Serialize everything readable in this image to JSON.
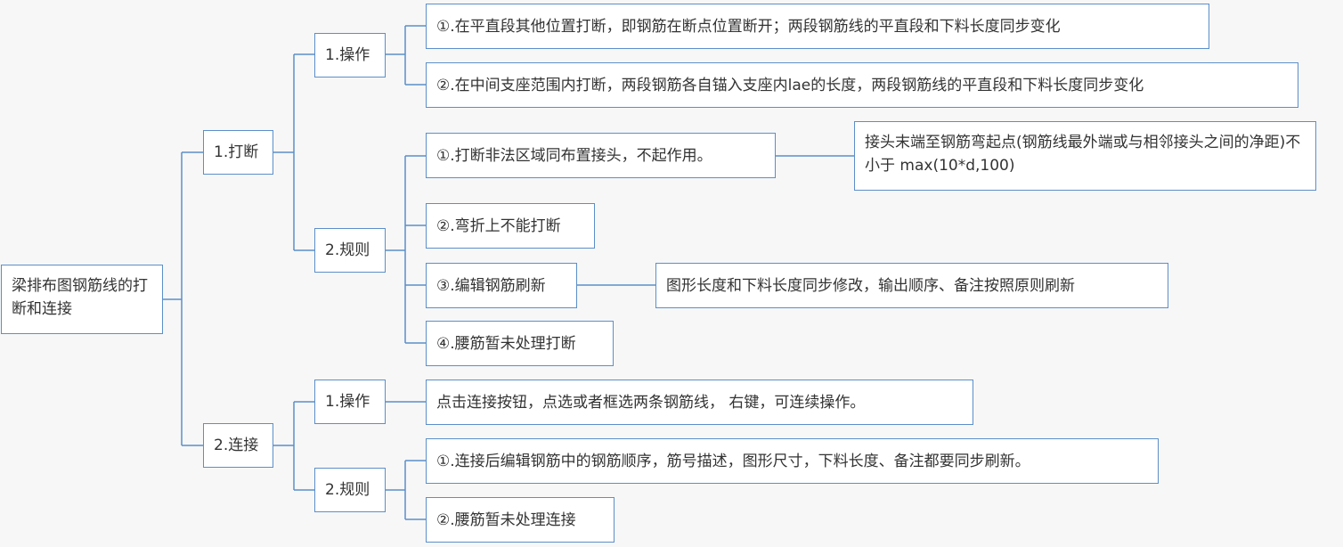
{
  "colors": {
    "line": "#5b8fc9",
    "border": "#5b8fc9",
    "background": "#f7f7f7",
    "text": "#333333"
  },
  "root": {
    "label": "梁排布图钢筋线的打断和连接"
  },
  "break": {
    "label": "1.打断",
    "operation": {
      "label": "1.操作",
      "items": [
        "①.在平直段其他位置打断，即钢筋在断点位置断开；两段钢筋线的平直段和下料长度同步变化",
        "②.在中间支座范围内打断，两段钢筋各自锚入支座内lae的长度，两段钢筋线的平直段和下料长度同步变化"
      ]
    },
    "rules": {
      "label": "2.规则",
      "items": [
        "①.打断非法区域同布置接头，不起作用。",
        "②.弯折上不能打断",
        "③.编辑钢筋刷新",
        "④.腰筋暂未处理打断"
      ],
      "rule1_note": "接头末端至钢筋弯起点(钢筋线最外端或与相邻接头之间的净距)不小于 max(10*d,100)",
      "rule3_note": "图形长度和下料长度同步修改，输出顺序、备注按照原则刷新"
    }
  },
  "connect": {
    "label": "2.连接",
    "operation": {
      "label": "1.操作",
      "item": "点击连接按钮，点选或者框选两条钢筋线， 右键，可连续操作。"
    },
    "rules": {
      "label": "2.规则",
      "items": [
        "①.连接后编辑钢筋中的钢筋顺序，筋号描述，图形尺寸，下料长度、备注都要同步刷新。",
        "②.腰筋暂未处理连接"
      ]
    }
  }
}
